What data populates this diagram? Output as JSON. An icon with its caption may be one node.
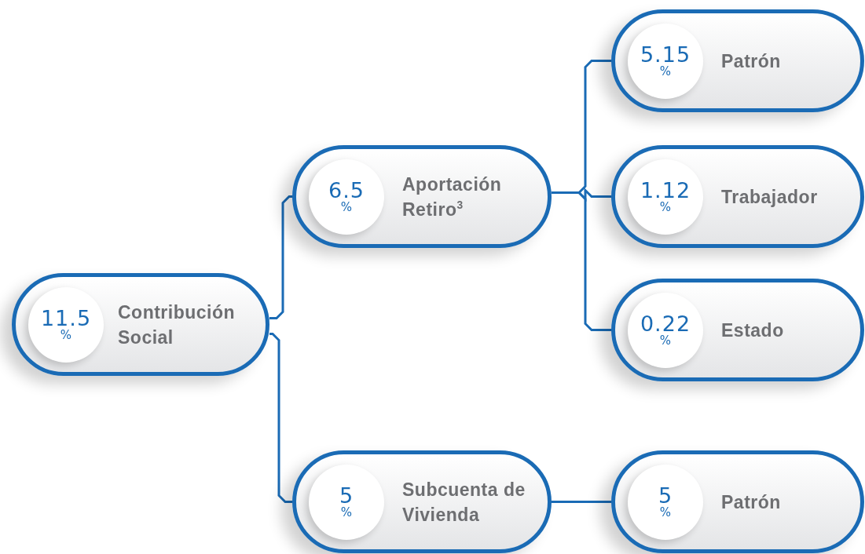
{
  "diagram": {
    "nodes": [
      {
        "text": [
          "Contribución Social"
        ]
      },
      {
        "text": [
          "11.5",
          "%"
        ],
        "in": 0
      },
      {
        "text": [
          "Aportación Retiro$^{3}$"
        ]
      },
      {
        "text": [
          "6.5",
          "%"
        ],
        "in": 2
      },
      {
        "text": [
          "Patrón"
        ]
      },
      {
        "text": [
          "5.15",
          "%"
        ],
        "in": 4
      },
      {
        "text": [
          "Trabajador"
        ]
      },
      {
        "text": [
          "1.12",
          "%"
        ],
        "in": 6
      },
      {
        "text": [
          "Estado"
        ]
      },
      {
        "text": [
          "0.22",
          "%"
        ],
        "in": 8
      },
      {
        "text": [
          "Subcuenta de Vivienda"
        ]
      },
      {
        "text": [
          "5",
          "%"
        ],
        "in": 10
      },
      {
        "text": [
          "Patrón"
        ]
      },
      {
        "text": [
          "5",
          "%"
        ],
        "in": 12
      }
    ],
    "edges": [
      {
        "from": 0,
        "to": 2,
        "arrow": "none"
      },
      {
        "from": 0,
        "to": 10,
        "arrow": "none"
      },
      {
        "from": 2,
        "to": 4,
        "arrow": "none"
      },
      {
        "from": 2,
        "to": 6,
        "arrow": "none"
      },
      {
        "from": 2,
        "to": 8,
        "arrow": "none"
      },
      {
        "from": 10,
        "to": 12,
        "arrow": "none"
      }
    ]
  }
}
